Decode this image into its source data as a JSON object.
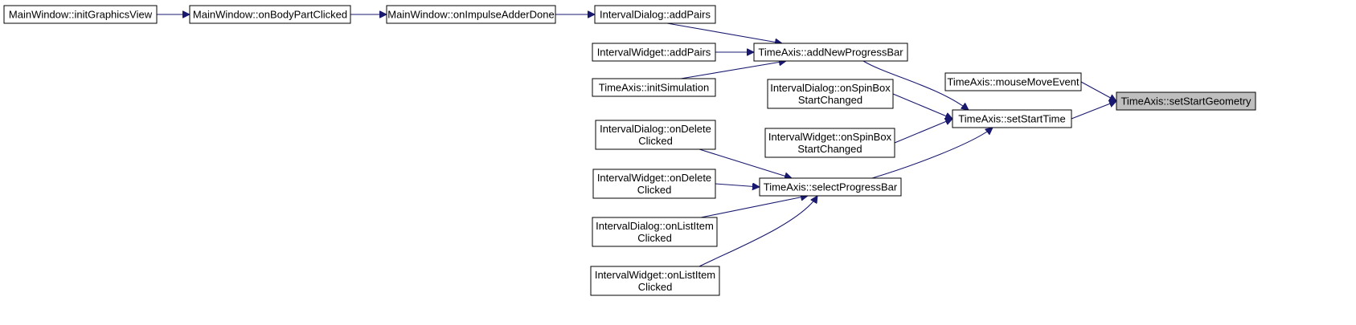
{
  "diagram": {
    "colors": {
      "edge": "#191970",
      "node_border": "#000000",
      "node_fill": "#ffffff",
      "focus_fill": "#bfbfbf"
    },
    "nodes": [
      {
        "id": "mw_initGraphicsView",
        "lines": [
          "MainWindow::initGraphicsView"
        ]
      },
      {
        "id": "mw_onBodyPartClicked",
        "lines": [
          "MainWindow::onBodyPartClicked"
        ]
      },
      {
        "id": "mw_onImpulseAdderDone",
        "lines": [
          "MainWindow::onImpulseAdderDone"
        ]
      },
      {
        "id": "id_addPairs",
        "lines": [
          "IntervalDialog::addPairs"
        ]
      },
      {
        "id": "iw_addPairs",
        "lines": [
          "IntervalWidget::addPairs"
        ]
      },
      {
        "id": "ta_initSimulation",
        "lines": [
          "TimeAxis::initSimulation"
        ]
      },
      {
        "id": "ta_addNewProgressBar",
        "lines": [
          "TimeAxis::addNewProgressBar"
        ]
      },
      {
        "id": "id_onSpinBoxStartChanged",
        "lines": [
          "IntervalDialog::onSpinBox",
          "StartChanged"
        ]
      },
      {
        "id": "iw_onSpinBoxStartChanged",
        "lines": [
          "IntervalWidget::onSpinBox",
          "StartChanged"
        ]
      },
      {
        "id": "id_onDeleteClicked",
        "lines": [
          "IntervalDialog::onDelete",
          "Clicked"
        ]
      },
      {
        "id": "iw_onDeleteClicked",
        "lines": [
          "IntervalWidget::onDelete",
          "Clicked"
        ]
      },
      {
        "id": "id_onListItemClicked",
        "lines": [
          "IntervalDialog::onListItem",
          "Clicked"
        ]
      },
      {
        "id": "iw_onListItemClicked",
        "lines": [
          "IntervalWidget::onListItem",
          "Clicked"
        ]
      },
      {
        "id": "ta_selectProgressBar",
        "lines": [
          "TimeAxis::selectProgressBar"
        ]
      },
      {
        "id": "ta_mouseMoveEvent",
        "lines": [
          "TimeAxis::mouseMoveEvent"
        ]
      },
      {
        "id": "ta_setStartTime",
        "lines": [
          "TimeAxis::setStartTime"
        ]
      },
      {
        "id": "ta_setStartGeometry",
        "lines": [
          "TimeAxis::setStartGeometry"
        ],
        "focus": true
      }
    ],
    "edges": [
      {
        "from": "mw_initGraphicsView",
        "to": "mw_onBodyPartClicked"
      },
      {
        "from": "mw_onBodyPartClicked",
        "to": "mw_onImpulseAdderDone"
      },
      {
        "from": "mw_onImpulseAdderDone",
        "to": "id_addPairs"
      },
      {
        "from": "id_addPairs",
        "to": "ta_addNewProgressBar"
      },
      {
        "from": "iw_addPairs",
        "to": "ta_addNewProgressBar"
      },
      {
        "from": "ta_initSimulation",
        "to": "ta_addNewProgressBar"
      },
      {
        "from": "ta_addNewProgressBar",
        "to": "ta_setStartTime"
      },
      {
        "from": "id_onSpinBoxStartChanged",
        "to": "ta_setStartTime"
      },
      {
        "from": "iw_onSpinBoxStartChanged",
        "to": "ta_setStartTime"
      },
      {
        "from": "ta_selectProgressBar",
        "to": "ta_setStartTime"
      },
      {
        "from": "id_onDeleteClicked",
        "to": "ta_selectProgressBar"
      },
      {
        "from": "iw_onDeleteClicked",
        "to": "ta_selectProgressBar"
      },
      {
        "from": "id_onListItemClicked",
        "to": "ta_selectProgressBar"
      },
      {
        "from": "iw_onListItemClicked",
        "to": "ta_selectProgressBar"
      },
      {
        "from": "ta_mouseMoveEvent",
        "to": "ta_setStartGeometry"
      },
      {
        "from": "ta_setStartTime",
        "to": "ta_setStartGeometry"
      }
    ]
  }
}
